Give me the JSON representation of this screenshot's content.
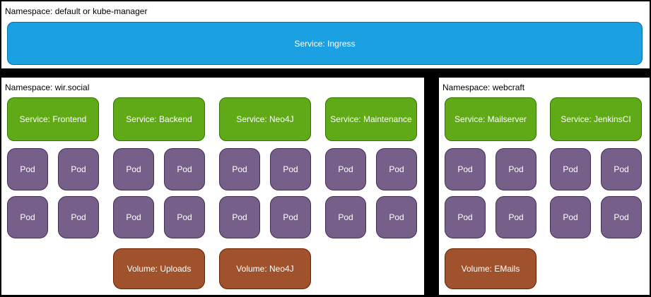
{
  "colors": {
    "background": "#000000",
    "panel_bg": "#ffffff",
    "ingress_fill": "#1BA1E2",
    "ingress_stroke": "#006EAF",
    "service_fill": "#60A917",
    "service_stroke": "#2D7600",
    "pod_fill": "#76608A",
    "pod_stroke": "#432D57",
    "volume_fill": "#A0522D",
    "volume_stroke": "#6D1F00",
    "shape_text": "#ffffff",
    "label_text": "#000000"
  },
  "panels": {
    "top": {
      "label": "Namespace: default or kube-manager",
      "service": "Service: Ingress"
    },
    "wir_social": {
      "label": "Namespace: wir.social",
      "columns": [
        {
          "service": "Service: Frontend",
          "pods": [
            "Pod",
            "Pod",
            "Pod",
            "Pod"
          ],
          "volume": null
        },
        {
          "service": "Service: Backend",
          "pods": [
            "Pod",
            "Pod",
            "Pod",
            "Pod"
          ],
          "volume": "Volume: Uploads"
        },
        {
          "service": "Service: Neo4J",
          "pods": [
            "Pod",
            "Pod",
            "Pod",
            "Pod"
          ],
          "volume": "Volume: Neo4J"
        },
        {
          "service": "Service: Maintenance",
          "pods": [
            "Pod",
            "Pod",
            "Pod",
            "Pod"
          ],
          "volume": null
        }
      ]
    },
    "webcraft": {
      "label": "Namespace: webcraft",
      "columns": [
        {
          "service": "Service: Mailserver",
          "pods": [
            "Pod",
            "Pod",
            "Pod",
            "Pod"
          ],
          "volume": "Volume: EMails"
        },
        {
          "service": "Service: JenkinsCI",
          "pods": [
            "Pod",
            "Pod",
            "Pod",
            "Pod"
          ],
          "volume": null
        }
      ]
    }
  }
}
